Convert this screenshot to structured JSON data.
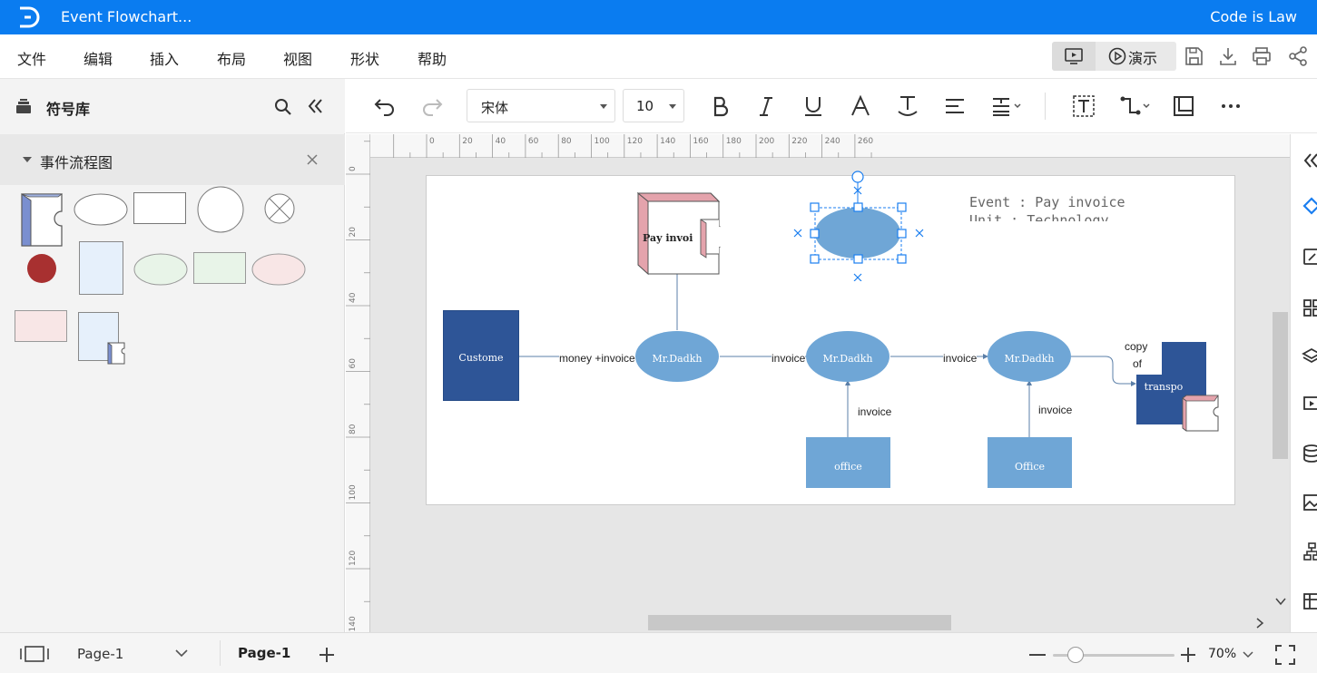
{
  "titlebar": {
    "title": "Event Flowchart...",
    "user": "Code is Law"
  },
  "menu": [
    "文件",
    "编辑",
    "插入",
    "布局",
    "视图",
    "形状",
    "帮助"
  ],
  "present": {
    "label": "演示"
  },
  "library": {
    "title": "符号库",
    "category": "事件流程图"
  },
  "toolbar": {
    "font": "宋体",
    "font_size": "10"
  },
  "ruler": {
    "top": [
      "0",
      "20",
      "40",
      "60",
      "80",
      "100",
      "120",
      "140",
      "160",
      "180",
      "200",
      "220",
      "240",
      "260"
    ],
    "left": [
      "0",
      "20",
      "40",
      "60",
      "80",
      "100",
      "120",
      "140"
    ]
  },
  "diagram": {
    "event_text": "Event : Pay invoice",
    "unit_text": "Unit : Technology",
    "customer": "Custome",
    "pay_invoice": "Pay invoi",
    "node1": "Mr.Dadkh",
    "node2": "Mr.Dadkh",
    "node3": "Mr.Dadkh",
    "office1": "office",
    "office2": "Office",
    "transport": "transpo",
    "edge_money": "money +invoice",
    "edge_invoice1": "invoice",
    "edge_invoice2": "invoice",
    "edge_invoice3": "invoice",
    "edge_invoice4": "invoice",
    "edge_copy": "copy",
    "edge_of": "of"
  },
  "status": {
    "page_select": "Page-1",
    "page_tab": "Page-1",
    "zoom": "70%"
  },
  "colors": {
    "titlebar": "#0a7cf0",
    "dark_blue": "#2e5597",
    "light_blue": "#6fa6d6",
    "pink": "#e4a3ac",
    "selection": "#1a7ef0"
  }
}
